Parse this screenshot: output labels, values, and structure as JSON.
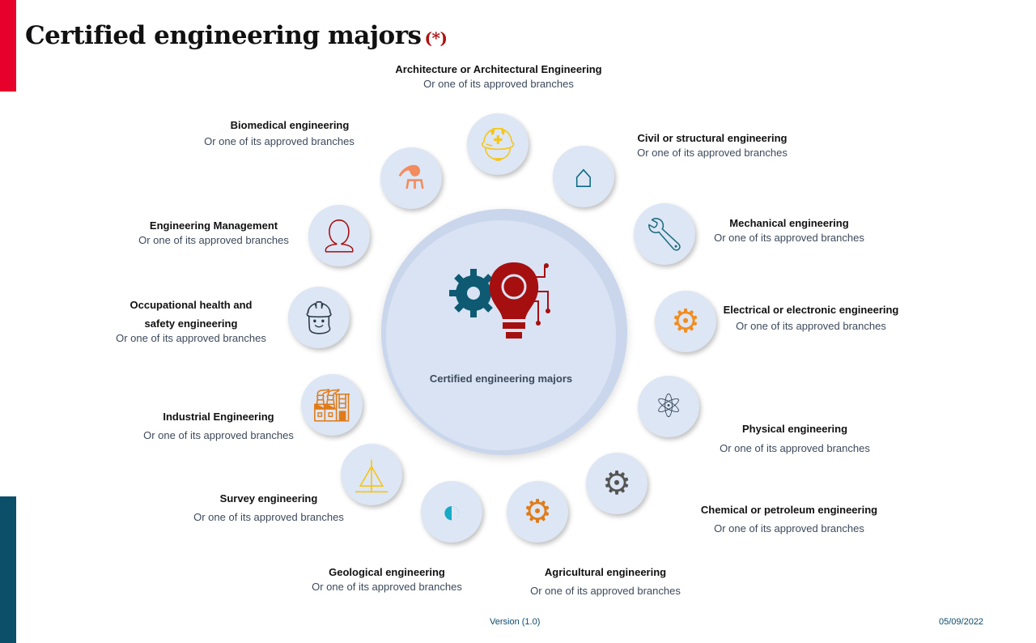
{
  "title": "Certified engineering majors",
  "title_note": "(*)",
  "center_label": "Certified engineering majors",
  "subtitle": "Or one of its approved branches",
  "majors": [
    {
      "name": "Architecture or Architectural Engineering",
      "icon": "hardhat-gear-icon"
    },
    {
      "name": "Civil or structural engineering",
      "icon": "house-ruler-icon"
    },
    {
      "name": "Mechanical engineering",
      "icon": "wrench-gears-icon"
    },
    {
      "name": "Electrical or electronic engineering",
      "icon": "lightbulb-gear-icon"
    },
    {
      "name": "Physical engineering",
      "icon": "atom-icon"
    },
    {
      "name": "Chemical or petroleum engineering",
      "icon": "flask-gear-icon"
    },
    {
      "name": "Agricultural engineering",
      "icon": "wheat-gear-icon"
    },
    {
      "name": "Geological engineering",
      "icon": "globe-layers-icon"
    },
    {
      "name": "Survey engineering",
      "icon": "theodolite-icon"
    },
    {
      "name": "Industrial Engineering",
      "icon": "factory-icon"
    },
    {
      "name_line1": "Occupational health and",
      "name_line2": "safety engineering",
      "icon": "safety-worker-icon"
    },
    {
      "name": "Engineering Management",
      "icon": "manager-chart-icon"
    },
    {
      "name": "Biomedical engineering",
      "icon": "lab-atom-icon"
    }
  ],
  "footer": {
    "version": "Version (1.0)",
    "date": "05/09/2022"
  },
  "colors": {
    "red": "#e8002c",
    "teal": "#0b5068",
    "dark_red": "#a50f0f"
  }
}
